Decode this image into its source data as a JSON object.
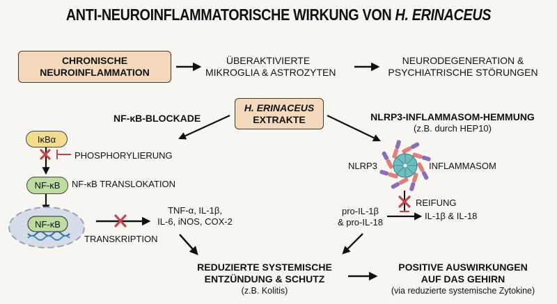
{
  "title": {
    "prefix": "ANTI-NEUROINFLAMMATORISCHE WIRKUNG VON ",
    "species": "H. ERINACEUS"
  },
  "top_row": {
    "box": {
      "line1": "CHRONISCHE",
      "line2": "NEUROINFLAMMATION"
    },
    "step2": {
      "line1": "ÜBERAKTIVIERTE",
      "line2": "MIKROGLIA & ASTROZYTEN"
    },
    "step3": {
      "line1": "NEURODEGENERATION &",
      "line2": "PSYCHIATRISCHE STÖRUNGEN"
    }
  },
  "center_box": {
    "line1": "H. ERINACEUS",
    "line2": "EXTRAKTE"
  },
  "left_branch": {
    "heading": "NF-κB-BLOCKADE",
    "ikba_label": "IκBα",
    "phosphorylation": "PHOSPHORYLIERUNG",
    "nfkb_label": "NF-κB",
    "translocation": "NF-κB TRANSLOKATION",
    "nucleus_nfkb_label": "NF-κB",
    "transcription": "TRANSKRIPTION",
    "cytokines": {
      "line1": "TNF-α, IL-1β,",
      "line2": "IL-6, iNOS, COX-2"
    }
  },
  "right_branch": {
    "heading": "NLRP3-INFLAMMASOM-HEMMUNG",
    "subheading": "(z.B. durch HEP10)",
    "nlrp3_label": "NLRP3",
    "inflammasome_label": "INFLAMMASOM",
    "maturation": "REIFUNG",
    "pro_cytokines": {
      "line1": "pro-IL-1β",
      "line2": "& pro-IL-18"
    },
    "mature_cytokines": "IL-1β & IL-18"
  },
  "bottom_row": {
    "result1": {
      "line1": "REDUZIERTE SYSTEMISCHE",
      "line2": "ENTZÜNDUNG & SCHUTZ",
      "note": "(z.B. Kolitis)"
    },
    "result2": {
      "line1": "POSITIVE AUSWIRKUNGEN",
      "line2": "AUF DAS GEHIRN",
      "note": "(via reduzierte systemische Zytokine)"
    }
  },
  "colors": {
    "box_fill": "#f4d9bd",
    "ikba_fill": "#f3dc8e",
    "nfkb_fill": "#bcdca0",
    "nucleus_fill": "#d6dde8",
    "inhibit_red": "#c0464a",
    "inflammasome_core": "#6fbcc0",
    "inflammasome_salmon": "#e07f7b",
    "inflammasome_purple": "#8a6fb8",
    "dna_blue": "#2f6f9b"
  }
}
